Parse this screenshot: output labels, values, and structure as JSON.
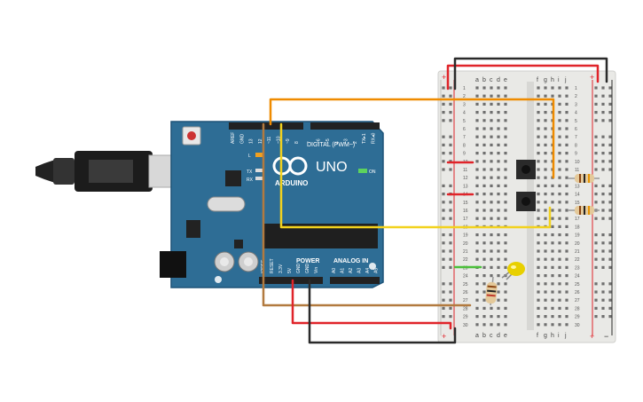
{
  "arduino": {
    "brand": "ARDUINO",
    "model": "UNO",
    "digital_header": "DIGITAL (PWM~)",
    "power_header": "POWER",
    "analog_header": "ANALOG IN",
    "on_label": "ON",
    "l_label": "L",
    "tx_label": "TX",
    "rx_label": "RX",
    "top_pins": [
      "AREF",
      "GND",
      "13",
      "12",
      "~11",
      "~10",
      "~9",
      "8",
      "7",
      "~6",
      "~5",
      "4",
      "~3",
      "2",
      "TX▸1",
      "RX◂0"
    ],
    "power_pins": [
      "IOREF",
      "RESET",
      "3.3V",
      "5V",
      "GND",
      "GND",
      "Vin"
    ],
    "analog_pins": [
      "A0",
      "A1",
      "A2",
      "A3",
      "A4",
      "A5"
    ]
  },
  "breadboard": {
    "col_left": [
      "a",
      "b",
      "c",
      "d",
      "e"
    ],
    "col_right": [
      "f",
      "g",
      "h",
      "i",
      "j"
    ],
    "rows": [
      "1",
      "2",
      "3",
      "4",
      "5",
      "6",
      "7",
      "8",
      "9",
      "10",
      "11",
      "12",
      "13",
      "14",
      "15",
      "16",
      "17",
      "18",
      "19",
      "20",
      "21",
      "22",
      "23",
      "24",
      "25",
      "26",
      "27",
      "28",
      "29",
      "30"
    ],
    "plus": "+",
    "minus": "−"
  },
  "colors": {
    "board": "#2e6d95",
    "board_edge": "#1f5478",
    "breadboard": "#e9e9e6",
    "wire_red": "#e0242a",
    "wire_black": "#2a2a2a",
    "wire_orange": "#ef8b00",
    "wire_yellow": "#f2d21e",
    "wire_brown": "#b27a3f",
    "wire_green": "#4bbf3a",
    "led": "#e8d000",
    "resistor": "#e4c99a"
  }
}
